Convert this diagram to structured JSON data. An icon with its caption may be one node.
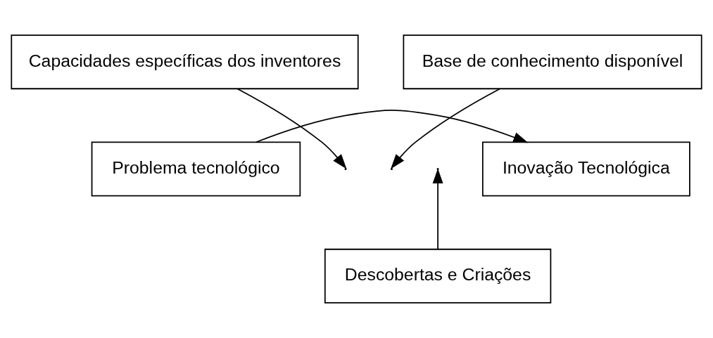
{
  "diagram": {
    "nodes": [
      {
        "text": [
          "Capacidades específicas dos inventores"
        ]
      },
      {
        "text": [
          "Base de conhecimento disponível"
        ]
      },
      {
        "text": [
          "Problema tecnológico"
        ]
      },
      {
        "text": [
          "Inovação Tecnológica"
        ]
      },
      {
        "text": [
          "Descobertas e Criações"
        ]
      }
    ],
    "edges": [
      {
        "from": 2,
        "to": 3,
        "arrow": "to"
      },
      {
        "from": 0,
        "to": null,
        "arrow": "to"
      },
      {
        "from": 1,
        "to": null,
        "arrow": "to"
      },
      {
        "from": 4,
        "to": null,
        "arrow": "to"
      }
    ]
  }
}
